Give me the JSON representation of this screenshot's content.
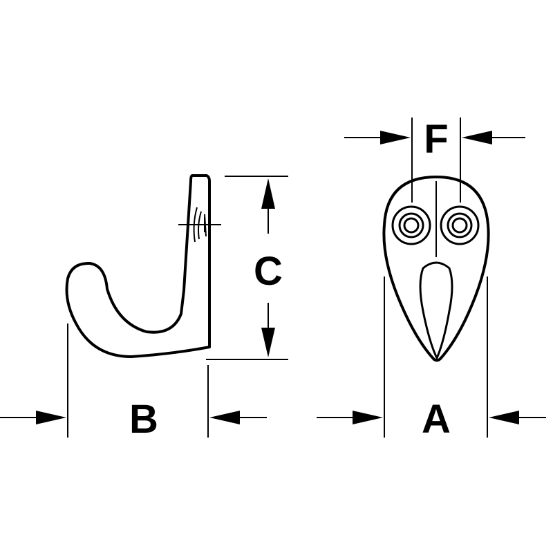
{
  "diagram": {
    "colors": {
      "ink": "#000000",
      "background": "#ffffff"
    },
    "dimensions": {
      "a": {
        "label": "A"
      },
      "b": {
        "label": "B"
      },
      "c": {
        "label": "C"
      },
      "f": {
        "label": "F"
      }
    }
  }
}
